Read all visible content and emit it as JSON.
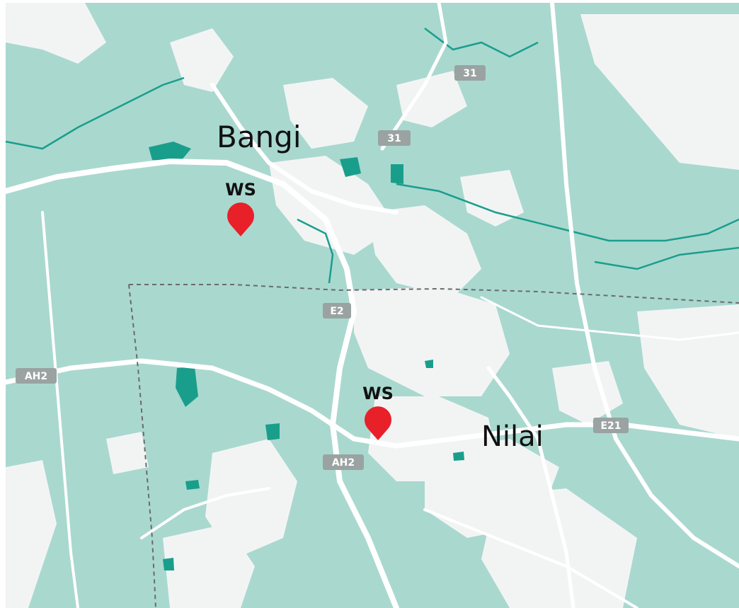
{
  "map": {
    "colors": {
      "land": "#a9d8cf",
      "water": "#1a9e8c",
      "urban": "#f2f4f4",
      "road": "#ffffff",
      "shield": "#9aa3a2",
      "marker": "#e8202a",
      "boundary": "#6b6b6b"
    },
    "places": {
      "bangi": "Bangi",
      "nilai": "Nilai"
    },
    "markers": [
      {
        "label": "WS",
        "icon": "map-pin-icon"
      },
      {
        "label": "WS",
        "icon": "map-pin-icon"
      }
    ],
    "road_shields": {
      "r31_north": "31",
      "r31_south": "31",
      "e2": "E2",
      "ah2_west": "AH2",
      "ah2_center": "AH2",
      "e21": "E21"
    }
  }
}
